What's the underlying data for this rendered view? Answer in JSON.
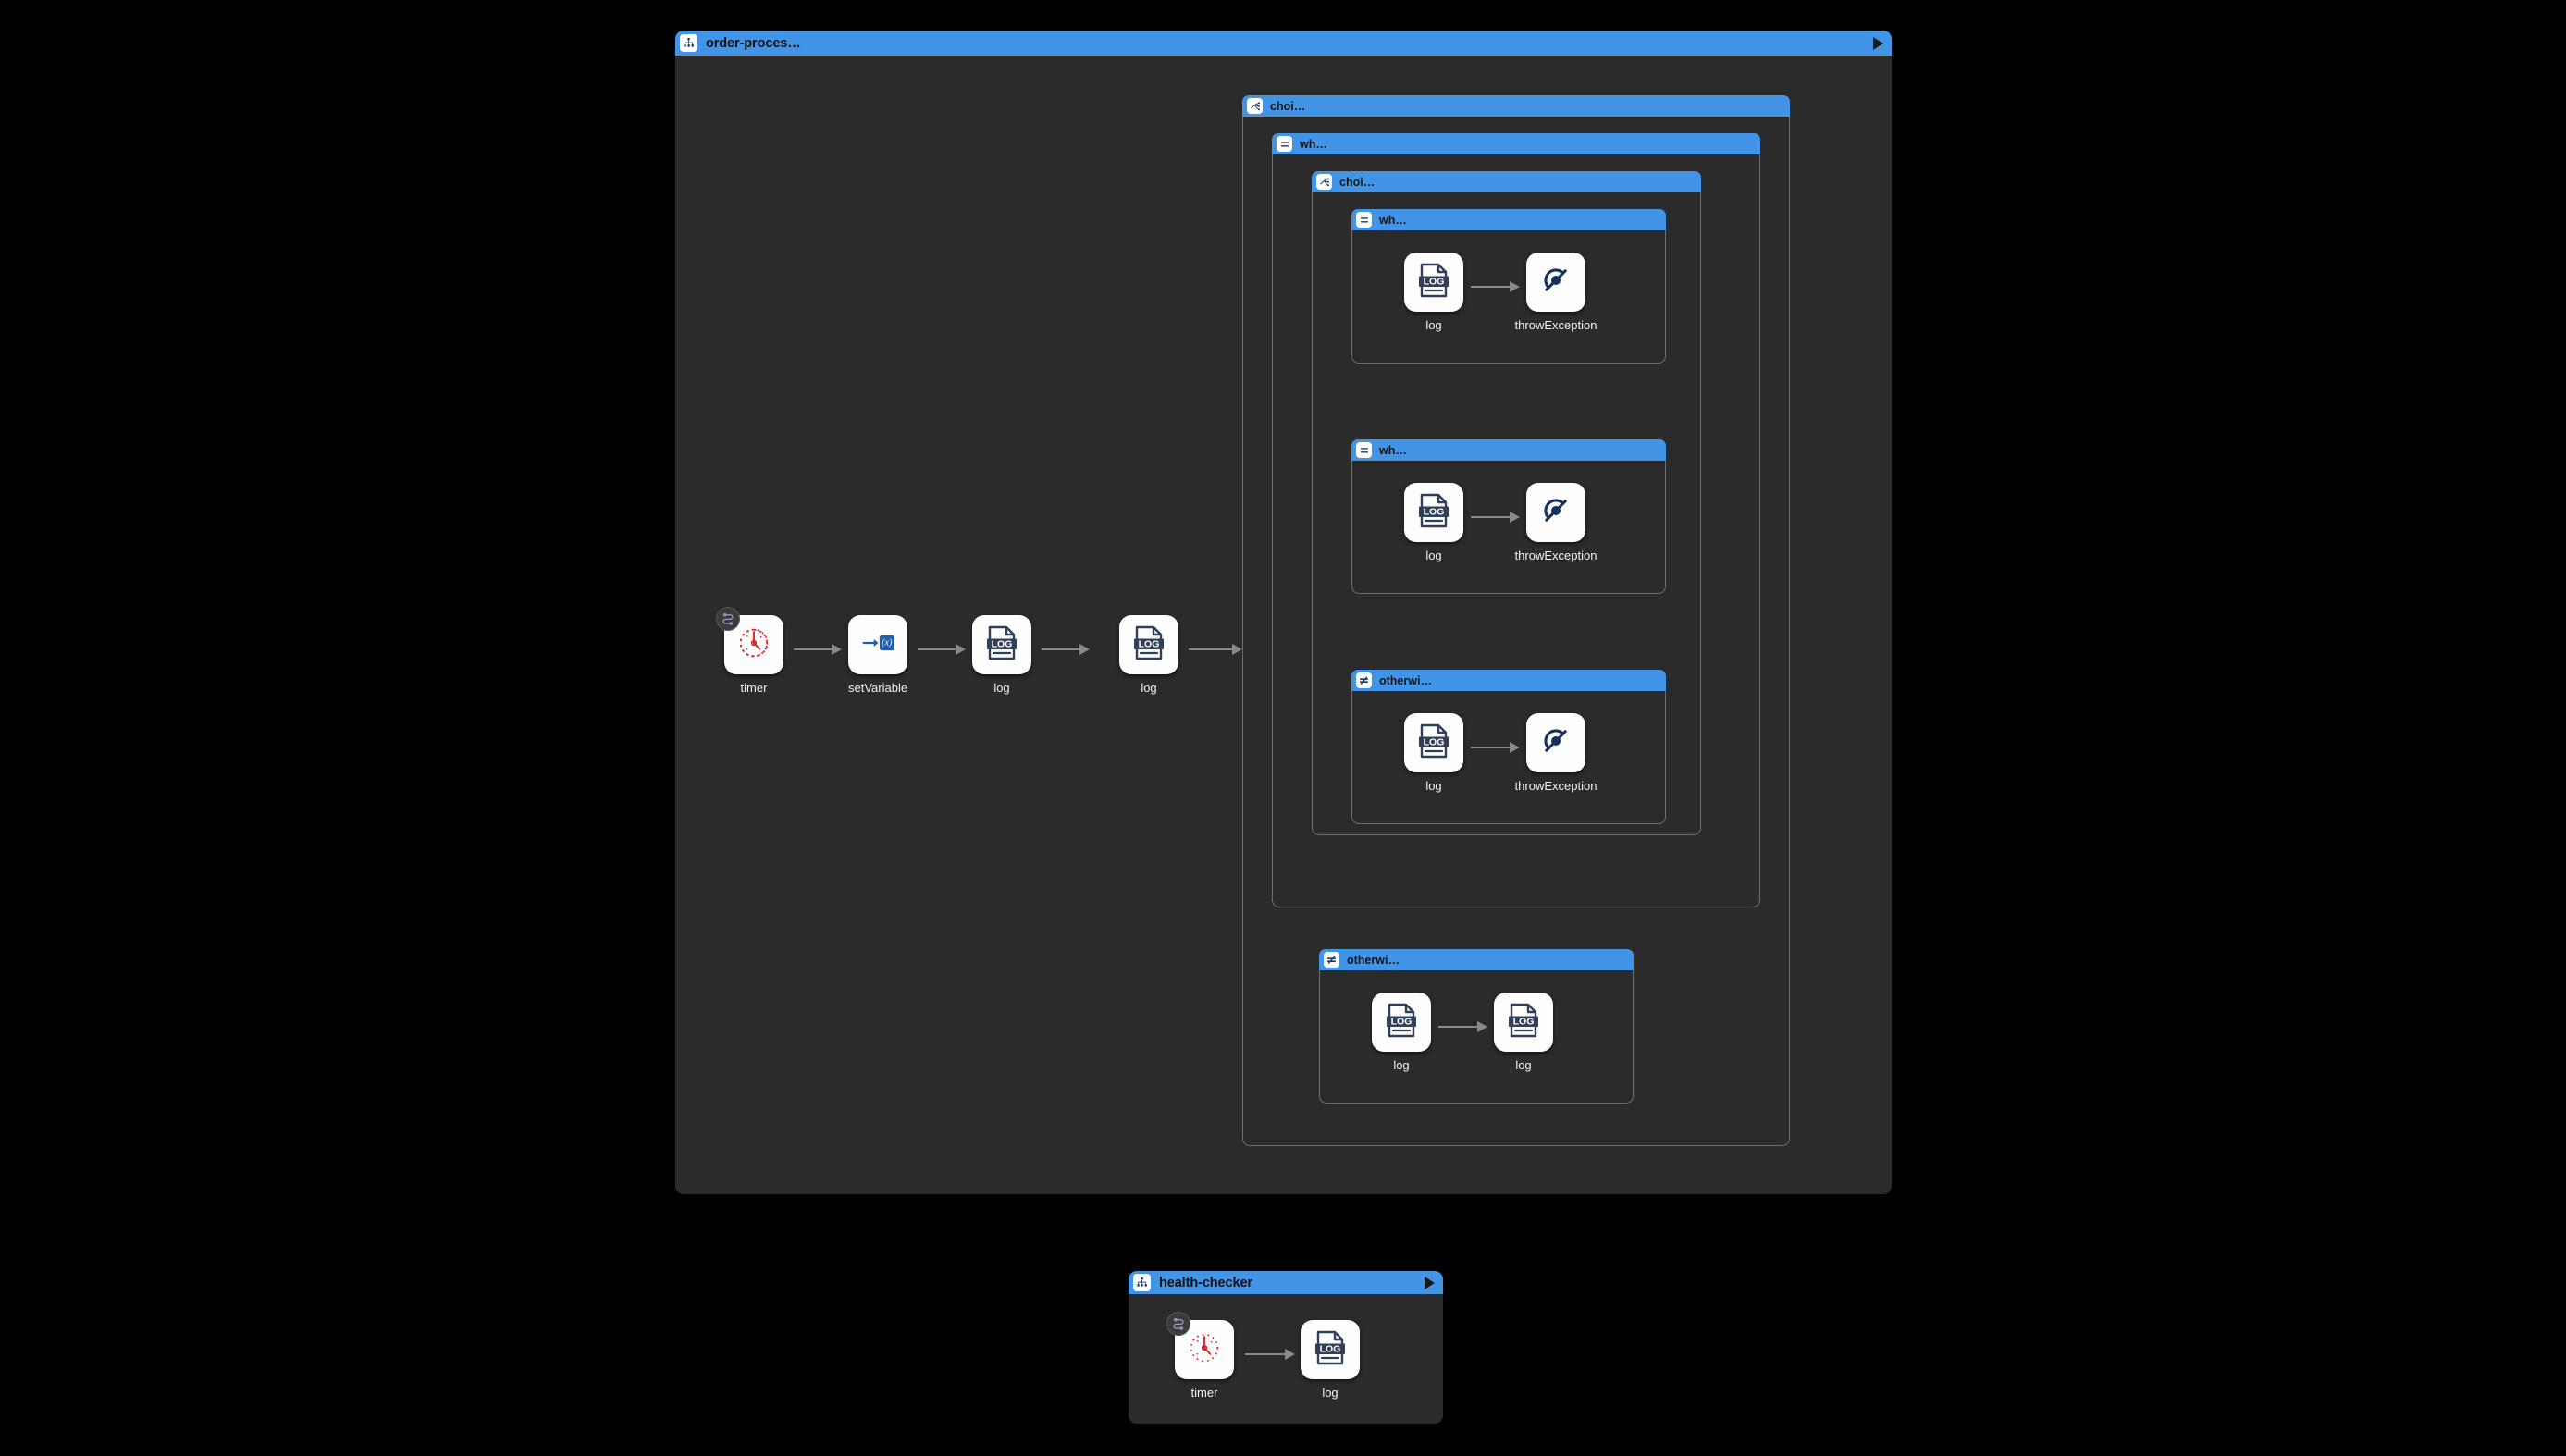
{
  "canvas": {
    "background": "#000000",
    "accent_blue": "#4295e6",
    "surface": "#2b2b2b",
    "border": "#6e6e6e",
    "connector": "#8a8a8a",
    "log_icon_color": "#2f4058",
    "timer_icon_color": "#e02020",
    "setvariable_icon_color": "#1f5fa9",
    "badge_icon_color": "#9f9bd4"
  },
  "routes": [
    {
      "id": "order-processing",
      "title": "order-proces…",
      "icon": "route-hierarchy-icon",
      "run_button": "play-icon",
      "nodes": [
        {
          "name": "timer",
          "label": "timer",
          "icon": "timer-clock-icon",
          "badge": "route-badge-icon"
        },
        {
          "name": "setVariable",
          "label": "setVariable",
          "icon": "set-variable-icon",
          "badge": null
        },
        {
          "name": "log1",
          "label": "log",
          "icon": "log-file-icon",
          "badge": null
        },
        {
          "name": "log2",
          "label": "log",
          "icon": "log-file-icon",
          "badge": null
        }
      ],
      "containers": [
        {
          "id": "choice-outer",
          "title": "choi…",
          "icon": "choice-branch-icon",
          "children": [
            {
              "id": "when-outer",
              "title": "wh…",
              "icon": "when-lines-icon",
              "children": [
                {
                  "id": "choice-inner",
                  "title": "choi…",
                  "icon": "choice-branch-icon",
                  "children": [
                    {
                      "id": "when-inner-1",
                      "title": "wh…",
                      "icon": "when-lines-icon",
                      "nodes": [
                        {
                          "name": "log",
                          "label": "log",
                          "icon": "log-file-icon"
                        },
                        {
                          "name": "throwException",
                          "label": "throwException",
                          "icon": "throw-exception-icon"
                        }
                      ]
                    },
                    {
                      "id": "when-inner-2",
                      "title": "wh…",
                      "icon": "when-lines-icon",
                      "nodes": [
                        {
                          "name": "log",
                          "label": "log",
                          "icon": "log-file-icon"
                        },
                        {
                          "name": "throwException",
                          "label": "throwException",
                          "icon": "throw-exception-icon"
                        }
                      ]
                    },
                    {
                      "id": "otherwise-inner",
                      "title": "otherwi…",
                      "icon": "otherwise-noteq-icon",
                      "nodes": [
                        {
                          "name": "log",
                          "label": "log",
                          "icon": "log-file-icon"
                        },
                        {
                          "name": "throwException",
                          "label": "throwException",
                          "icon": "throw-exception-icon"
                        }
                      ]
                    }
                  ]
                }
              ]
            },
            {
              "id": "otherwise-outer",
              "title": "otherwi…",
              "icon": "otherwise-noteq-icon",
              "nodes": [
                {
                  "name": "log",
                  "label": "log",
                  "icon": "log-file-icon"
                },
                {
                  "name": "log",
                  "label": "log",
                  "icon": "log-file-icon"
                }
              ]
            }
          ]
        }
      ]
    },
    {
      "id": "health-checker",
      "title": "health-checker",
      "icon": "route-hierarchy-icon",
      "run_button": "play-icon",
      "nodes": [
        {
          "name": "timer",
          "label": "timer",
          "icon": "timer-clock-icon",
          "badge": "route-badge-icon"
        },
        {
          "name": "log",
          "label": "log",
          "icon": "log-file-icon",
          "badge": null
        }
      ]
    }
  ]
}
